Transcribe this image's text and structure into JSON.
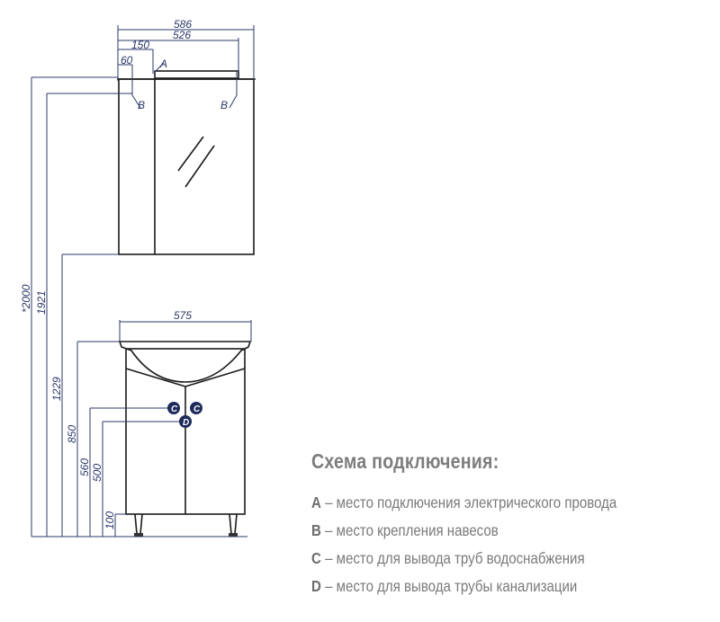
{
  "dimensions": {
    "mirror_width": "586",
    "mirror_inner": "526",
    "offset_150": "150",
    "offset_60": "60",
    "total_height": "*2000",
    "mirror_top": "1921",
    "mirror_bottom": "1229",
    "sink_height": "850",
    "water_height": "560",
    "drain_height": "500",
    "leg_height": "100",
    "vanity_width": "575"
  },
  "markers": {
    "a": "A",
    "b": "B",
    "c": "C",
    "d": "D"
  },
  "legend": {
    "title": "Схема подключения:",
    "items": [
      {
        "key": "A",
        "text": "– место подключения электрического провода"
      },
      {
        "key": "B",
        "text": "– место крепления навесов"
      },
      {
        "key": "C",
        "text": "– место для вывода труб водоснабжения"
      },
      {
        "key": "D",
        "text": "– место для вывода трубы канализации"
      }
    ]
  },
  "colors": {
    "dimension": "#2b3868",
    "marker_fill": "#1d2a5a",
    "legend_text": "#7a7a7a"
  }
}
